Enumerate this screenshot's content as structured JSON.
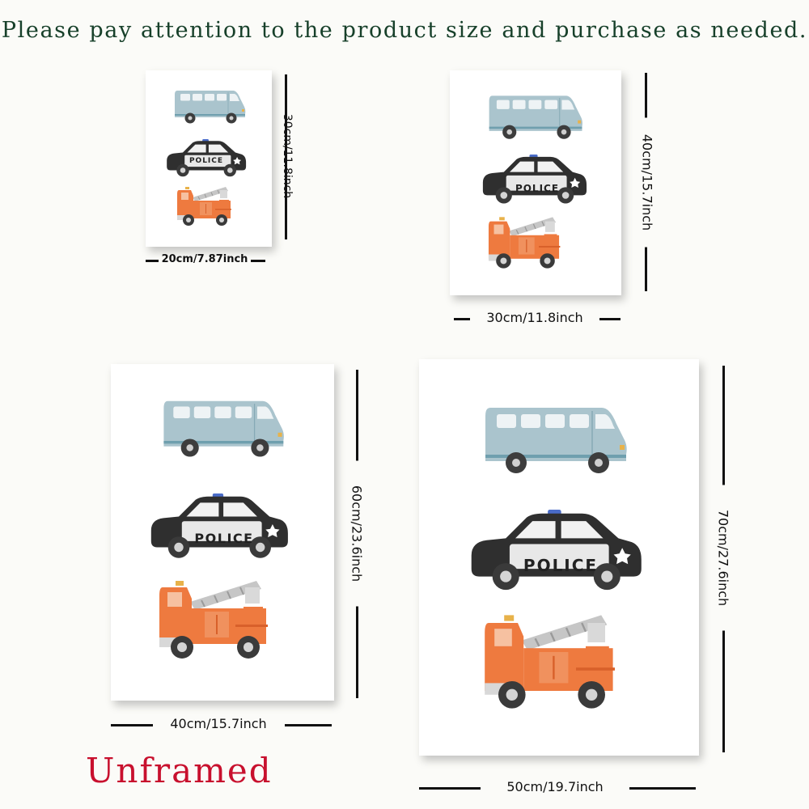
{
  "heading": "Please pay attention to the product size and purchase as needed.",
  "footer_note": "Unframed",
  "vehicles": {
    "police_text": "POLICE"
  },
  "sizes": [
    {
      "width_label": "20cm/7.87inch",
      "height_label": "30cm/11.8inch"
    },
    {
      "width_label": "30cm/11.8inch",
      "height_label": "40cm/15.7inch"
    },
    {
      "width_label": "40cm/15.7inch",
      "height_label": "60cm/23.6inch"
    },
    {
      "width_label": "50cm/19.7inch",
      "height_label": "70cm/27.6inch"
    }
  ],
  "colors": {
    "heading": "#17402a",
    "unframed": "#c8102e",
    "van": "#a9c3cc",
    "police_body": "#2f2f2f",
    "fire_truck": "#ee7a3f"
  }
}
